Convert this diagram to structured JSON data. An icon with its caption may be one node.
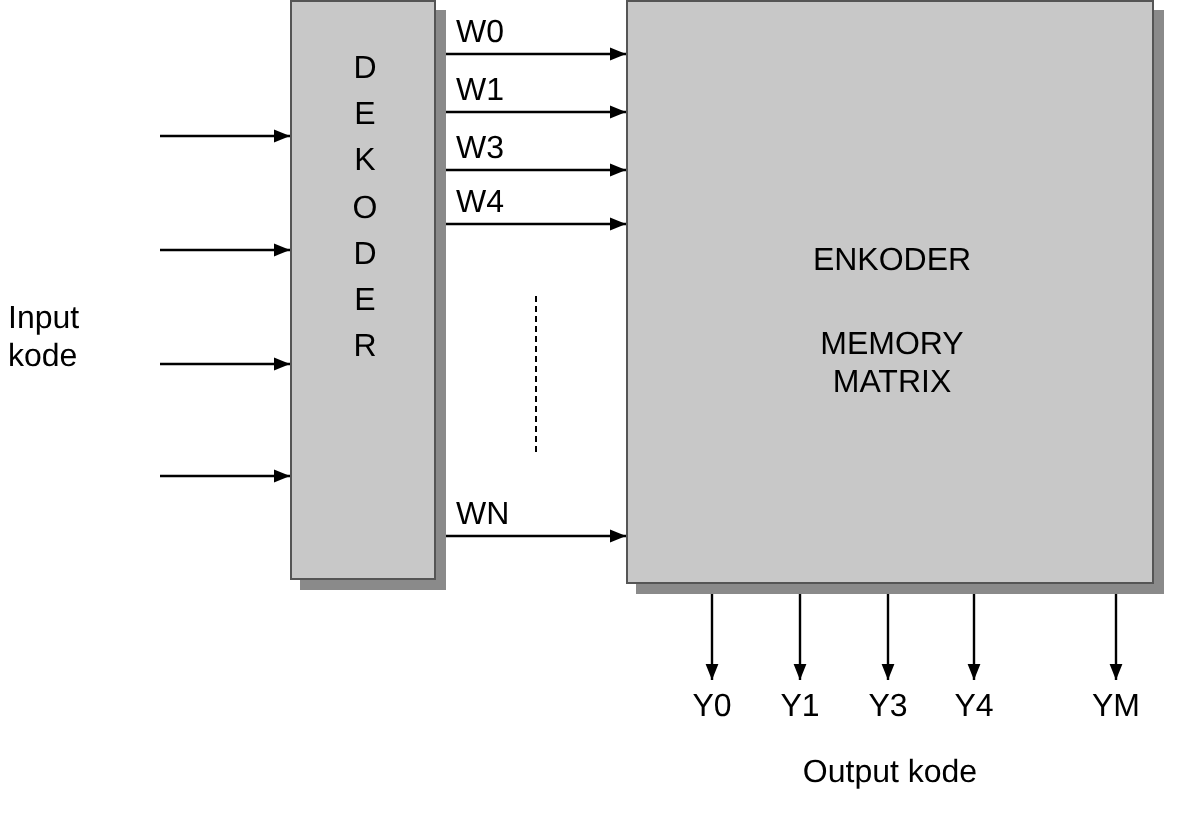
{
  "diagram": {
    "nodes": [
      {
        "text": [
          "DEKODER"
        ]
      },
      {
        "text": [
          "ENKODER",
          "MEMORY MATRIX"
        ]
      }
    ],
    "edges": [
      {
        "from": null,
        "to": 0,
        "arrow": "to"
      },
      {
        "from": null,
        "to": 0,
        "arrow": "to"
      },
      {
        "from": null,
        "to": 0,
        "arrow": "to"
      },
      {
        "from": null,
        "to": 0,
        "arrow": "to"
      },
      {
        "from": 0,
        "to": 1,
        "arrow": "to",
        "label": "W0"
      },
      {
        "from": 0,
        "to": 1,
        "arrow": "to",
        "label": "W1"
      },
      {
        "from": 0,
        "to": 1,
        "arrow": "to",
        "label": "W3"
      },
      {
        "from": 0,
        "to": 1,
        "arrow": "to",
        "label": "W4"
      },
      {
        "from": 0,
        "to": 1,
        "arrow": "to",
        "label": "WN"
      },
      {
        "from": 1,
        "to": null,
        "arrow": "to",
        "label": "Y0"
      },
      {
        "from": 1,
        "to": null,
        "arrow": "to",
        "label": "Y1"
      },
      {
        "from": 1,
        "to": null,
        "arrow": "to",
        "label": "Y3"
      },
      {
        "from": 1,
        "to": null,
        "arrow": "to",
        "label": "Y4"
      },
      {
        "from": 1,
        "to": null,
        "arrow": "to",
        "label": "YM"
      }
    ],
    "labels": [
      "Input kode",
      "Output kode"
    ]
  }
}
